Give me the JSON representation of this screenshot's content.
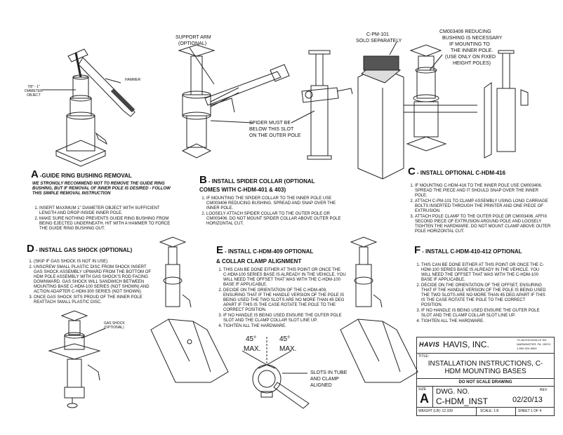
{
  "callouts": {
    "diameter_object": "7/8\" - 1\" DIAMETER OBJECT",
    "hammer": "HAMMER",
    "support_arm_line1": "SUPPORT ARM",
    "support_arm_line2": "(OPTIONAL)",
    "spider_line1": "SPIDER MUST BE",
    "spider_line2": "BELOW THIS SLOT",
    "spider_line3": "ON THE OUTER POLE",
    "cpm_line1": "C-PM-101",
    "cpm_line2": "SOLD SEPARATELY",
    "cm_line1": "CM003406 REDUCING",
    "cm_line2": "BUSHING IS NECESSARY",
    "cm_line3": "IF MOUNTING TO",
    "cm_line4": "THE INNER POLE.",
    "cm_line5": "(USE ONLY ON FIXED",
    "cm_line6": "HEIGHT POLES)",
    "gas_shock_line1": "GAS SHOCK",
    "gas_shock_line2": "(OPTIONAL)",
    "angle_left": "45°",
    "angle_right": "45°",
    "max_left": "MAX.",
    "max_right": "MAX.",
    "slots_line1": "SLOTS IN TUBE",
    "slots_line2": "AND CLAMP",
    "slots_line3": "ALIGNED"
  },
  "sections": {
    "a": {
      "letter": "A",
      "title": "-GUIDE RING BUSHING REMOVAL",
      "warning": "WE STRONGLY RECOMMEND NOT TO REMOVE THE GUIDE RING BUSHING, BUT IF REMOVAL OF INNER POLE IS DESIRED - FOLLOW THIS SIMPLE REMOVAL INSTRUCTION",
      "steps": [
        "INSERT MAXIMUM 1\" DIAMETER OBJECT WITH SUFFICIENT LENGTH AND DROP INSIDE INNER POLE.",
        "MAKE SURE NOTHING PREVENTS GUIDE RING BUSHING FROM BEING EJECTED UNDERNEATH. HIT WITH A HAMMER TO FORCE THE GUIDE RING BUSHING OUT."
      ]
    },
    "b": {
      "letter": "B",
      "title_line1": "- INSTALL SPIDER COLLAR (OPTIONAL",
      "title_line2": "COMES WITH C-HDM-401 & 403)",
      "steps": [
        "IF MOUNTING THE SPIDER COLLAR TO THE INNER POLE USE CM003406 REDUCING BUSHING. SPREAD AND SNAP OVER THE INNER POLE.",
        "LOOSELY ATTACH SPIDER COLLAR TO THE OUTER POLE OR CM003406. DO NOT MOUNT SPIDER COLLAR ABOVE OUTER POLE HORIZONTAL CUT."
      ]
    },
    "c": {
      "letter": "C",
      "title": "- INSTALL OPTIONAL C-HDM-416",
      "steps": [
        "IF MOUNTING C-HDM-416 TO THE INNER POLE USE CM003406. SPREAD THE PIECE AND IT SHOULD SNAP OVER THE INNER POLE.",
        "ATTACH C-PM-101 TO CLAMP ASSEMBLY USING LONG CARRIAGE BOLTS INSERTED THROUGH THE PRINTER AND ONE PIECE OF EXTRUSION.",
        "ATTACH POLE CLAMP TO THE OUTER POLE OR CM003406. AFFIX SECOND PIECE OF EXTRUSION AROUND POLE AND LOOSELY TIGHTEN THE HARDWARE. DO NOT MOUNT CLAMP ABOVE OUTER POLE HORIZONTAL CUT."
      ]
    },
    "d": {
      "letter": "D",
      "title": "- INSTALL GAS SHOCK (OPTIONAL)",
      "steps": [
        "(SKIP IF GAS SHOCK IS NOT IN USE)",
        "UNSCREW SMALL PLASTIC DISC FROM SHOCK INSERT GAS SHOCK ASSEMBLY UPWARD FROM THE BOTTOM OF HDM POLE ASSEMBLY WITH GAS SHOCK'S ROD FACING DOWNWARD. GAS SHOCK WILL SANDWICH BETWEEN MOUNTING BASE C-HDM-100 SERIES (NOT SHOWN) AND ACTION ADAPTER C-HDM-300 SERIES (NOT SHOWN).",
        "ONCE GAS SHOCK SITS PROUD OF THE INNER POLE REATTACH SMALL PLASTIC DISC."
      ]
    },
    "e": {
      "letter": "E",
      "title_line1": "- INSTALL C-HDM-409 OPTIONAL",
      "title_line2": "& COLLAR CLAMP ALIGNMENT",
      "steps": [
        "THIS CAN BE DONE EITHER AT THIS POINT OR ONCE THE C-HDM-100 SERIES BASE IS ALREADY IN THE VEHICLE. YOU WILL NEED THE OFFSET THAT WAS WITH THE C-HDM-100 BASE IF APPLICABLE.",
        "DECIDE ON THE ORIENTATION OF THE C-HDM-409, ENSURING THAT IF THE HANDLE VERSION OF THE POLE IS BEING USED THE TWO SLOTS ARE NO MORE THAN 45 DEG APART IF THIS IS THE CASE ROTATE THE POLE TO THE CORRECT POSITION.",
        "IF NO HANDLE IS BEING USED ENSURE THE OUTER POLE SLOT AND THE CLAMP COLLAR SLOT LINE UP.",
        "TIGHTEN ALL THE HARDWARE."
      ]
    },
    "f": {
      "letter": "F",
      "title": "- INSTALL C-HDM-410-412 OPTIONAL",
      "steps": [
        "THIS CAN BE DONE EITHER AT THIS POINT OR ONCE THE C-HDM-100 SERIES BASE IS ALREADY IN THE VEHICLE. YOU WILL NEED THE OFFSET THAT WAS WITH THE C-HDM-100 BASE IF APPLICABLE.",
        "DECIDE ON THE ORIENTATION OF THE OFFSET, ENSURING THAT IF THE HANDLE VERSION OF THE POLE IS BEING USED THE TWO SLOTS ARE NO MORE THAN 45 DEG APART IF THIS IS THE CASE ROTATE THE POLE TO THE CORRECT POSITION.",
        "IF NO HANDLE IS BEING USED ENSURE THE OUTER POLE SLOT AND THE CLAMP COLLAR SLOT LINE UP.",
        "TIGHTEN ALL THE HARDWARE."
      ]
    }
  },
  "title_block": {
    "logo_text": "HAVIS",
    "company": "HAVIS, INC.",
    "address_line1": "75 JACKSONVILLE RD.",
    "address_line2": "WARMINSTER, PA. 18974",
    "address_line3": "1-800-524-9900",
    "title_label": "TITLE:",
    "title_line1": "INSTALLATION INSTRUCTIONS, C-",
    "title_line2": "HDM MOUNTING BASES",
    "note": "DO NOT SCALE DRAWING",
    "size_label": "SIZE",
    "size": "A",
    "dwg_label": "DWG.  NO.",
    "dwg_no": "C-HDM_INST",
    "rev_label": "REV",
    "rev": "02/20/13",
    "weight": "WEIGHT (LB):  12.109",
    "scale": "SCALE: 1:8",
    "sheet": "SHEET 1 OF 4"
  }
}
